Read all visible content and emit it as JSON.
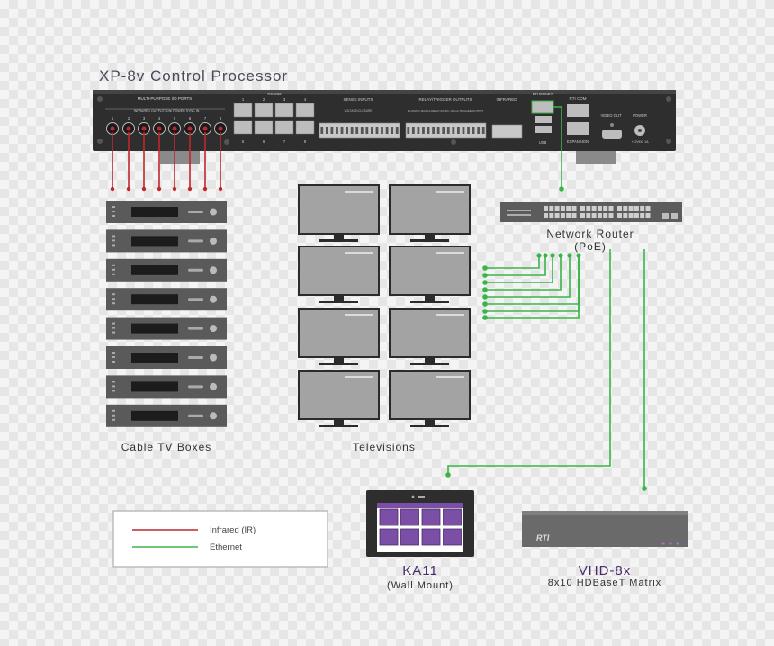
{
  "diagram": {
    "title": "XP-8v Control Processor",
    "processor_labels": {
      "io_ports": "MULTI-PURPOSE I/O PORTS",
      "io_sub": "INFRARED OUTPUT/ ON/ POWER SYNC IN",
      "io_numbers": [
        "1",
        "2",
        "3",
        "4",
        "5",
        "6",
        "7",
        "8"
      ],
      "rs232": "RS-232",
      "rs232_top": [
        "1",
        "2",
        "3",
        "4"
      ],
      "rs232_bottom": [
        "5",
        "6",
        "7",
        "8"
      ],
      "sense_inputs": "SENSE INPUTS",
      "sense_sub": "VOLTAGE/CLOSURE",
      "relay_outputs": "RELAY/TRIGGER OUTPUTS",
      "relay_sub": "1A 30VDC MAX  1A  RELAY/12VDC 100mA  TRIGGER OUTPUT",
      "infrared": "INFRARED",
      "ethernet": "ETHERNET",
      "usb": "USB",
      "rti_com": "RTI  COM",
      "expansion": "EXPANSION",
      "video_out": "VIDEO  OUT",
      "power": "POWER",
      "power_rating": "+12VDC 1A"
    },
    "router_label": "Network Router (PoE)",
    "cable_caption": "Cable TV Boxes",
    "tv_caption": "Televisions",
    "legend": [
      {
        "label": "Infrared (IR)",
        "color": "#c0272d"
      },
      {
        "label": "Ethernet",
        "color": "#39b54a"
      }
    ],
    "ka11": {
      "name": "KA11",
      "sub": "(Wall Mount)"
    },
    "vhd": {
      "name": "VHD-8x",
      "sub": "8x10 HDBaseT Matrix",
      "logo": "RTI"
    },
    "colors": {
      "ir": "#c0272d",
      "ethernet": "#39b54a",
      "device": "#5a5a5a",
      "accent": "#4b2a6b",
      "keypad": "#7b4fa6"
    }
  }
}
